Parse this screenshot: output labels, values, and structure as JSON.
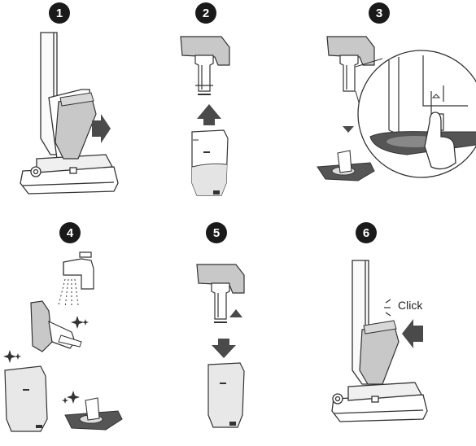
{
  "steps": [
    {
      "number": "1"
    },
    {
      "number": "2"
    },
    {
      "number": "3"
    },
    {
      "number": "4"
    },
    {
      "number": "5"
    },
    {
      "number": "6"
    }
  ],
  "step6": {
    "click_label": "Click"
  },
  "colors": {
    "badge": "#1a1a1a",
    "line": "#333333",
    "arrow": "#4a4a4a",
    "fill_light": "#e8e8e8",
    "fill_mid": "#c8c8c8"
  }
}
